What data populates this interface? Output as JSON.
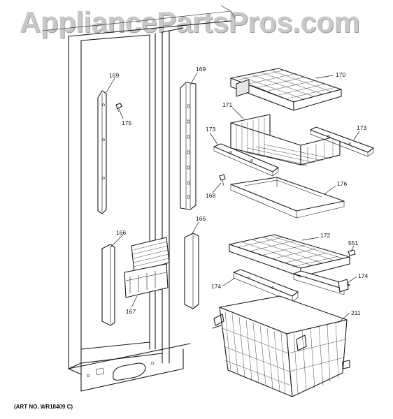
{
  "watermark": "AppliancePartsPros.com",
  "art_number": "(ART NO. WR18409 C)",
  "callouts": {
    "c169_left": "169",
    "c169_right": "169",
    "c175": "175",
    "c170": "170",
    "c171": "171",
    "c173_left": "173",
    "c173_right": "173",
    "c168": "168",
    "c176": "176",
    "c166_left": "166",
    "c166_right": "166",
    "c167": "167",
    "c172": "172",
    "c551": "551",
    "c174_left": "174",
    "c174_right": "174",
    "c211": "211"
  }
}
